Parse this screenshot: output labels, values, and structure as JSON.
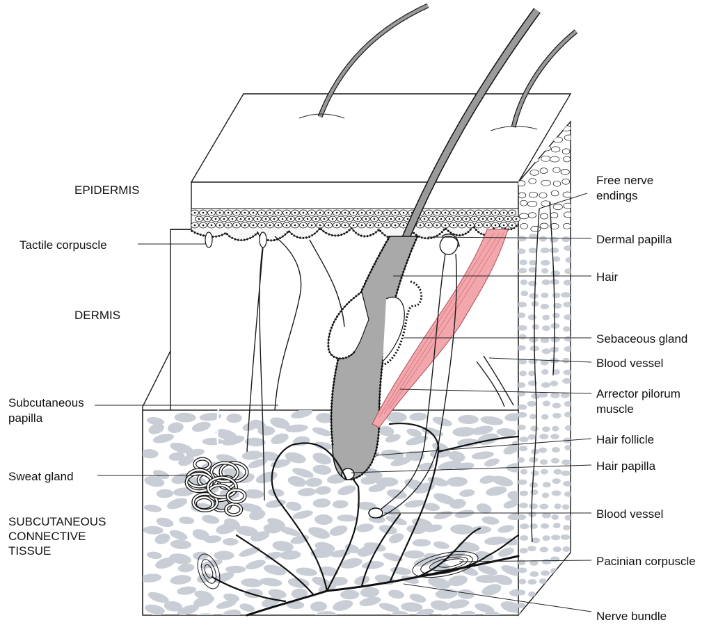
{
  "colors": {
    "fat_cells": "#c9ced6",
    "hair_shaft": "#9a9a9a",
    "muscle": "#f2a7ad",
    "line": "#1a1a1a",
    "background": "#ffffff"
  },
  "layers": [
    {
      "id": "epidermis",
      "label": "EPIDERMIS"
    },
    {
      "id": "dermis",
      "label": "DERMIS"
    },
    {
      "id": "subcutaneous",
      "label_lines": [
        "SUBCUTANEOUS",
        "CONNECTIVE",
        "TISSUE"
      ]
    }
  ],
  "left_labels": [
    {
      "id": "tactile-corpuscle",
      "lines": [
        "Tactile corpuscle"
      ]
    },
    {
      "id": "subcutaneous-papilla",
      "lines": [
        "Subcutaneous",
        "papilla"
      ]
    },
    {
      "id": "sweat-gland",
      "lines": [
        "Sweat gland"
      ]
    }
  ],
  "right_labels": [
    {
      "id": "free-nerve-endings",
      "lines": [
        "Free nerve",
        "endings"
      ]
    },
    {
      "id": "dermal-papilla",
      "lines": [
        "Dermal papilla"
      ]
    },
    {
      "id": "hair",
      "lines": [
        "Hair"
      ]
    },
    {
      "id": "sebaceous-gland",
      "lines": [
        "Sebaceous gland"
      ]
    },
    {
      "id": "blood-vessel-upper",
      "lines": [
        "Blood vessel"
      ]
    },
    {
      "id": "arrector-pilorum-muscle",
      "lines": [
        "Arrector pilorum",
        "muscle"
      ]
    },
    {
      "id": "hair-follicle",
      "lines": [
        "Hair follicle"
      ]
    },
    {
      "id": "hair-papilla",
      "lines": [
        "Hair papilla"
      ]
    },
    {
      "id": "blood-vessel-lower",
      "lines": [
        "Blood vessel"
      ]
    },
    {
      "id": "pacinian-corpuscle",
      "lines": [
        "Pacinian corpuscle"
      ]
    },
    {
      "id": "nerve-bundle",
      "lines": [
        "Nerve bundle"
      ]
    }
  ]
}
